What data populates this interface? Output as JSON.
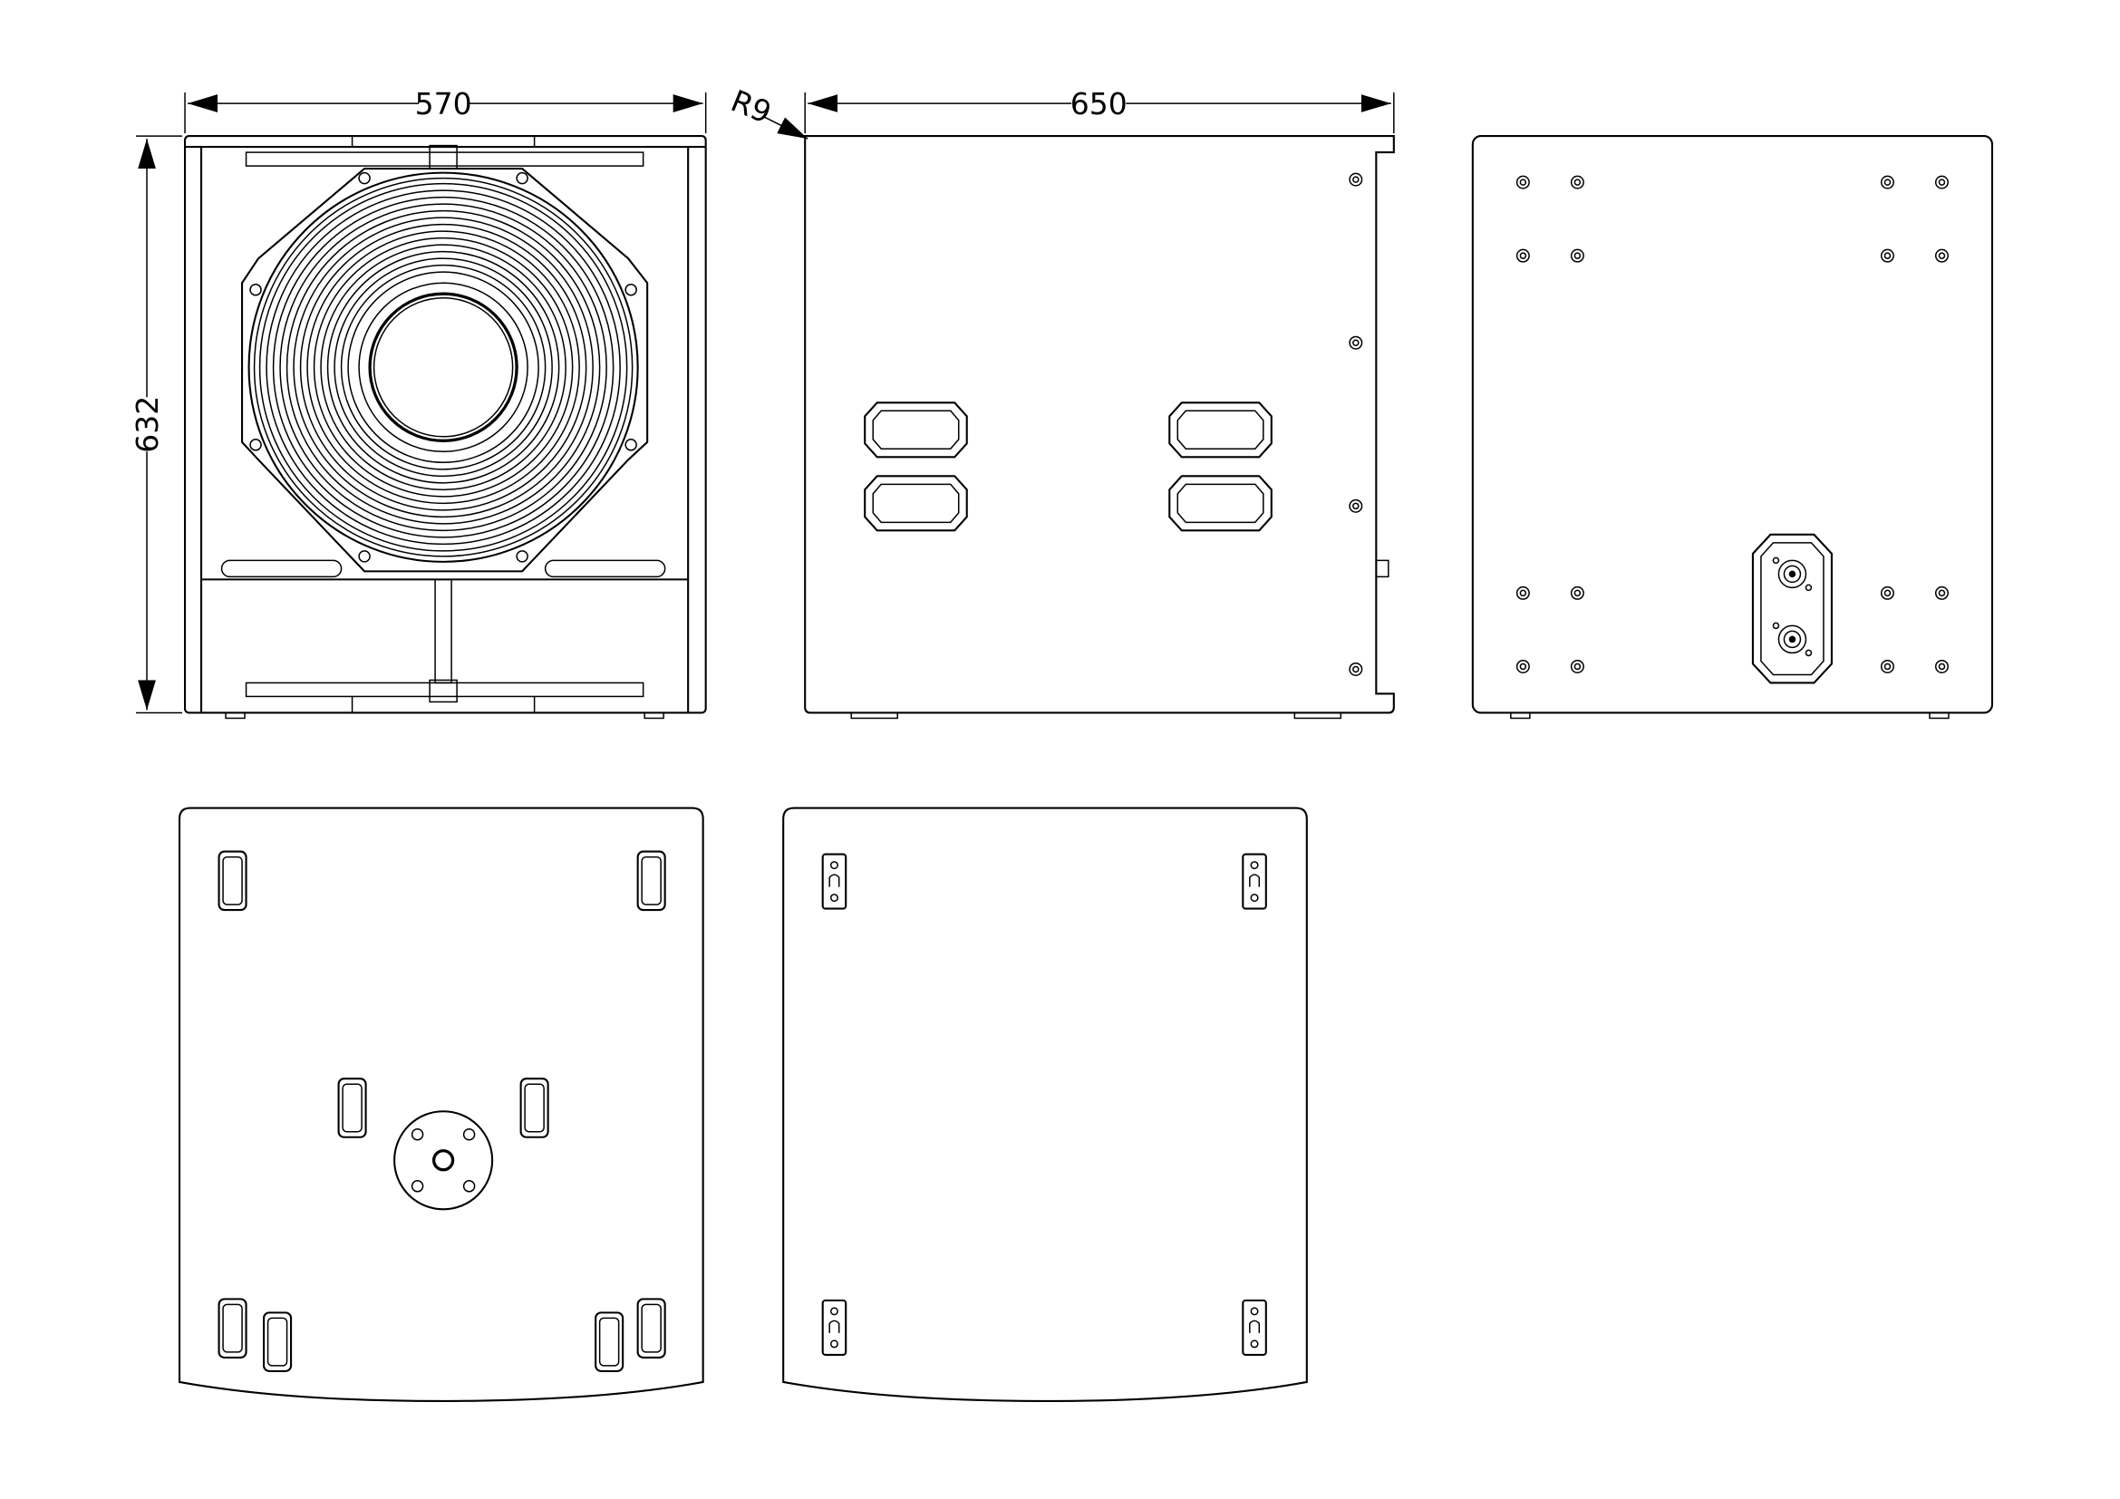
{
  "drawing": {
    "dimensions": {
      "front_width": "570",
      "front_height": "632",
      "side_depth": "650",
      "corner_radius": "R9"
    }
  }
}
